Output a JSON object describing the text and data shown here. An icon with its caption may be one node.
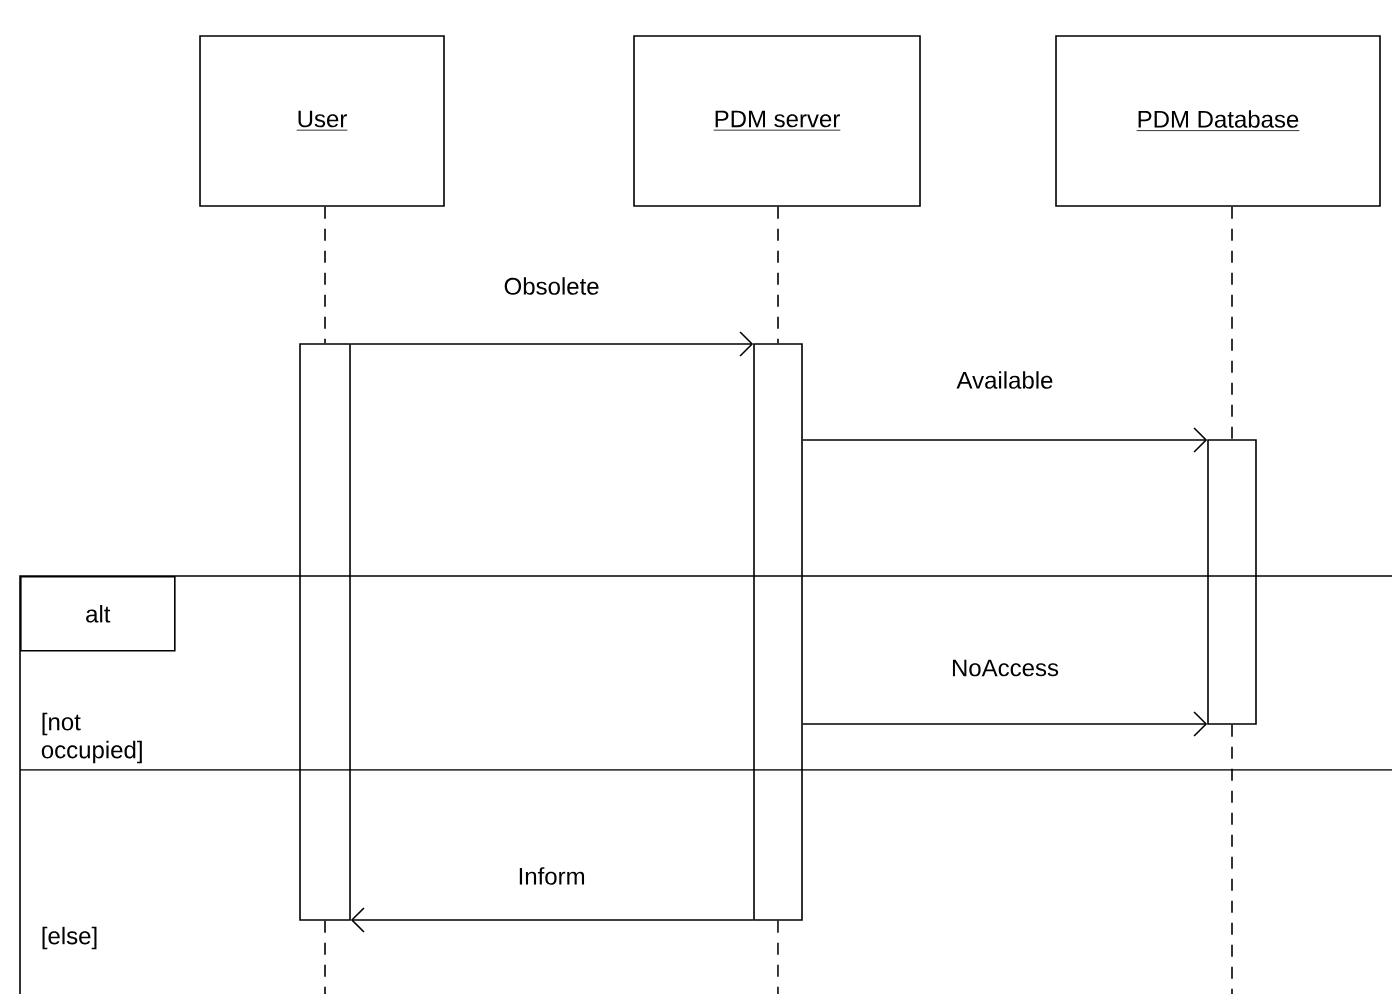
{
  "diagram": {
    "nodes": [
      {
        "text": [
          "User"
        ]
      },
      {
        "text": [
          "PDM server"
        ]
      },
      {
        "text": [
          "PDM Database"
        ]
      },
      {
        "text": [
          "alt"
        ]
      },
      {
        "text": [],
        "shape": "bar"
      },
      {
        "text": [],
        "shape": "bar"
      },
      {
        "text": [],
        "shape": "bar"
      }
    ],
    "edges": [
      {
        "from": 0,
        "to": 4,
        "arrow": "none",
        "style": "dashed"
      },
      {
        "from": 1,
        "to": 5,
        "arrow": "none",
        "style": "dashed"
      },
      {
        "from": 2,
        "to": 6,
        "arrow": "none",
        "style": "dashed"
      },
      {
        "from": 4,
        "to": 5,
        "label": "Obsolete",
        "arrow": "to"
      },
      {
        "from": 5,
        "to": 6,
        "label": "Available",
        "arrow": "to"
      },
      {
        "from": 5,
        "to": 6,
        "label": "NoAccess",
        "arrow": "to"
      },
      {
        "from": 5,
        "to": 4,
        "label": "Inform",
        "arrow": "to"
      },
      {
        "from": 4,
        "to": null,
        "arrow": "none",
        "style": "dashed"
      },
      {
        "from": 5,
        "to": null,
        "arrow": "none",
        "style": "dashed"
      },
      {
        "from": 6,
        "to": null,
        "arrow": "none",
        "style": "dashed"
      }
    ],
    "labels": [
      "[not occupied]",
      "[else]"
    ]
  }
}
